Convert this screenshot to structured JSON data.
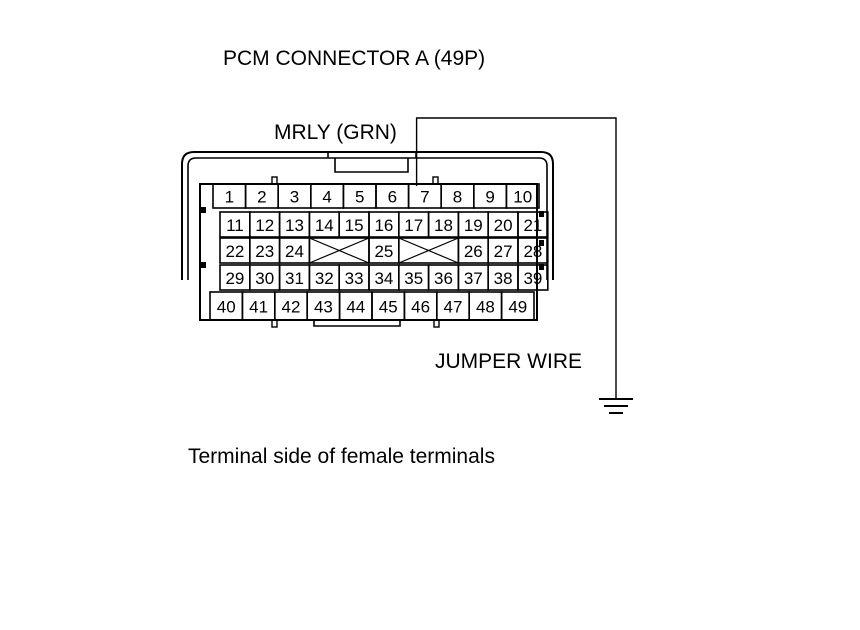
{
  "title": "PCM CONNECTOR A (49P)",
  "wire_label": "MRLY (GRN)",
  "jumper_label": "JUMPER WIRE",
  "caption": "Terminal side of female terminals",
  "connector": {
    "row1": [
      "1",
      "2",
      "3",
      "4",
      "5",
      "6",
      "7",
      "8",
      "9",
      "10"
    ],
    "row2": [
      "11",
      "12",
      "13",
      "14",
      "15",
      "16",
      "17",
      "18",
      "19",
      "20",
      "21"
    ],
    "row3": [
      "22",
      "23",
      "24",
      "",
      "25",
      "",
      "26",
      "27",
      "28"
    ],
    "row4": [
      "29",
      "30",
      "31",
      "32",
      "33",
      "34",
      "35",
      "36",
      "37",
      "38",
      "39"
    ],
    "row5": [
      "40",
      "41",
      "42",
      "43",
      "44",
      "45",
      "46",
      "47",
      "48",
      "49"
    ],
    "probed_terminal": "7"
  },
  "icons": {
    "ground": "ground-symbol-icon"
  }
}
